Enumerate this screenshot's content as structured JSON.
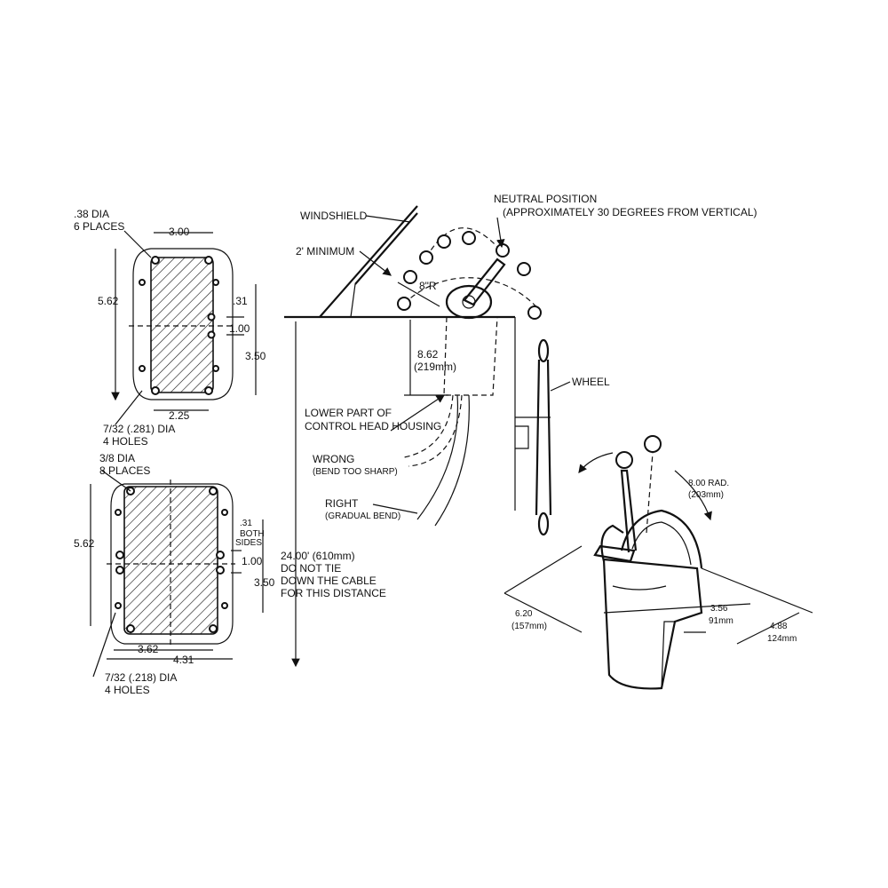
{
  "template_a": {
    "hole_note_line1": ".38 DIA",
    "hole_note_line2": "6 PLACES",
    "width_top": "3.00",
    "height": "5.62",
    "offset_small": ".31",
    "spacing": "1.00",
    "height_right": "3.50",
    "width_bottom": "2.25",
    "bolt_note_line1": "7/32 (.281) DIA",
    "bolt_note_line2": "4 HOLES"
  },
  "template_b": {
    "hole_note_line1": "3/8 DIA",
    "hole_note_line2": "8 PLACES",
    "height": "5.62",
    "offset_small": ".31",
    "both_sides_line1": "BOTH",
    "both_sides_line2": "SIDES",
    "spacing": "1.00",
    "height_right": "3.50",
    "width_inner": "3.62",
    "width_outer": "4.31",
    "bolt_note_line1": "7/32 (.218) DIA",
    "bolt_note_line2": "4 HOLES"
  },
  "install": {
    "neutral_line1": "NEUTRAL POSITION",
    "neutral_line2": "(APPROXIMATELY 30 DEGREES FROM VERTICAL)",
    "windshield": "WINDSHIELD",
    "minimum": "2' MINIMUM",
    "radius": "8\"R",
    "depth_in": "8.62",
    "depth_mm": "(219mm)",
    "wheel": "WHEEL",
    "housing_line1": "LOWER PART OF",
    "housing_line2": "CONTROL HEAD HOUSING",
    "wrong_line1": "WRONG",
    "wrong_line2": "(BEND TOO SHARP)",
    "right_line1": "RIGHT",
    "right_line2": "(GRADUAL BEND)",
    "cable_line1": "24.00' (610mm)",
    "cable_line2": "DO NOT TIE",
    "cable_line3": "DOWN THE CABLE",
    "cable_line4": "FOR THIS DISTANCE"
  },
  "control_head": {
    "rad_line1": "8.00 RAD.",
    "rad_line2": "(203mm)",
    "w1_in": "6.20",
    "w1_mm": "(157mm)",
    "w2_in": "3.56",
    "w2_mm": "91mm",
    "w3_in": "4.88",
    "w3_mm": "124mm"
  },
  "colors": {
    "ink": "#111111",
    "paper": "#ffffff"
  }
}
